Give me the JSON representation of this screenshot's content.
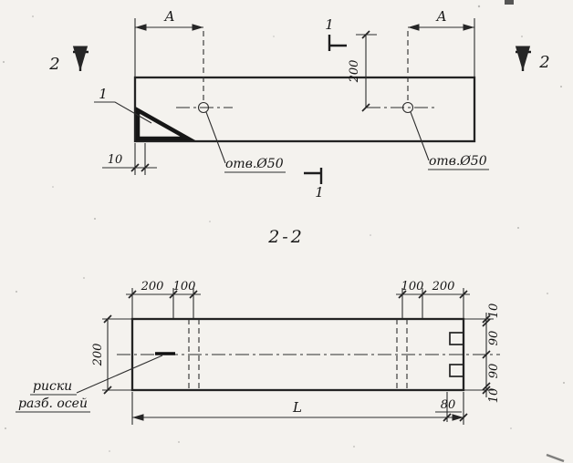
{
  "plan": {
    "dim_a_left": "A",
    "dim_a_right": "A",
    "cut2_left": "2",
    "cut2_right": "2",
    "cut1_top": "1",
    "cut1_bottom": "1",
    "detail_mark": "1",
    "dim_offset_200": "200",
    "hole_label_left": "отв.Ø50",
    "hole_label_right": "отв.Ø50",
    "dim_edge_10": "10"
  },
  "section": {
    "title": "2-2",
    "top_left_200": "200",
    "top_left_100": "100",
    "top_right_100": "100",
    "top_right_200": "200",
    "height_200": "200",
    "right_10_top": "10",
    "right_90_top": "90",
    "right_90_bottom": "90",
    "right_10_bottom": "10",
    "marks_label_line1": "риски",
    "marks_label_line2": "разб. осей",
    "length_L": "L",
    "end_80": "80"
  }
}
